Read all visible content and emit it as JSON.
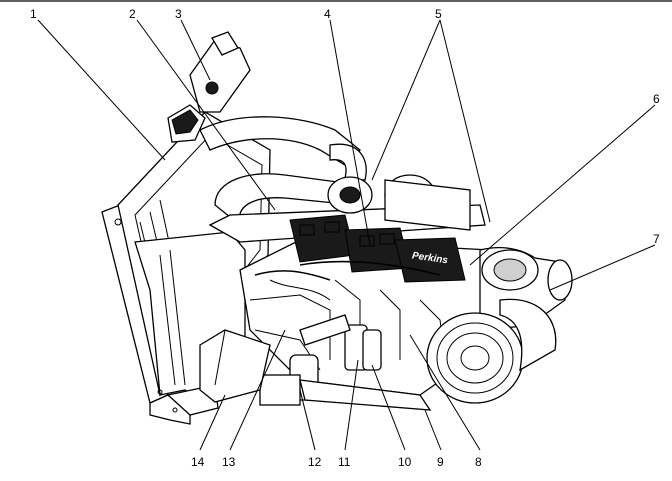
{
  "figure": {
    "brand_label": "Perkins",
    "callouts": [
      {
        "num": "1"
      },
      {
        "num": "2"
      },
      {
        "num": "3"
      },
      {
        "num": "4"
      },
      {
        "num": "5"
      },
      {
        "num": "6"
      },
      {
        "num": "7"
      },
      {
        "num": "8"
      },
      {
        "num": "9"
      },
      {
        "num": "10"
      },
      {
        "num": "11"
      },
      {
        "num": "12"
      },
      {
        "num": "13"
      },
      {
        "num": "14"
      }
    ]
  }
}
